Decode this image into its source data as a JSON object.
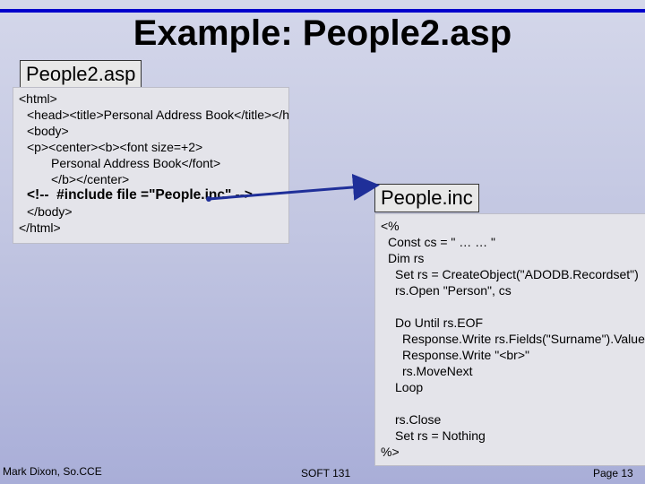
{
  "slide": {
    "title": "Example: People2.asp"
  },
  "left_panel": {
    "label": "People2.asp",
    "lines": [
      {
        "text": "<html>",
        "indent": 0
      },
      {
        "text": "<head><title>Personal Address Book</title></head>",
        "indent": 1
      },
      {
        "text": "<body>",
        "indent": 1
      },
      {
        "text": "<p><center><b><font size=+2>",
        "indent": 1
      },
      {
        "text": "Personal Address Book</font>",
        "indent": 4
      },
      {
        "text": "</b></center>",
        "indent": 4
      },
      {
        "text": "<!--  #include file =\"People.inc\" -->",
        "indent": 1,
        "emphasis": true
      },
      {
        "text": "</body>",
        "indent": 1
      },
      {
        "text": "</html>",
        "indent": 0
      }
    ]
  },
  "right_panel": {
    "label": "People.inc",
    "lines": [
      {
        "text": "<%",
        "indent": 0
      },
      {
        "text": "Const cs = \" … … \"",
        "indent": 1
      },
      {
        "text": "Dim rs",
        "indent": 1
      },
      {
        "text": "Set rs = CreateObject(\"ADODB.Recordset\")",
        "indent": 2
      },
      {
        "text": "rs.Open \"Person\", cs",
        "indent": 2
      },
      {
        "text": "",
        "indent": 0
      },
      {
        "text": "Do Until rs.EOF",
        "indent": 2
      },
      {
        "text": "Response.Write rs.Fields(\"Surname\").Value",
        "indent": 3
      },
      {
        "text": "Response.Write \"<br>\"",
        "indent": 3
      },
      {
        "text": "rs.MoveNext",
        "indent": 3
      },
      {
        "text": "Loop",
        "indent": 2
      },
      {
        "text": "",
        "indent": 0
      },
      {
        "text": "rs.Close",
        "indent": 2
      },
      {
        "text": "Set rs = Nothing",
        "indent": 2
      },
      {
        "text": "%>",
        "indent": 0
      }
    ]
  },
  "footer": {
    "author": "Mark Dixon, So.CCE",
    "course": "SOFT 131",
    "page": "Page 13"
  },
  "colors": {
    "title_bar": "#0000cc",
    "arrow": "#1f2f99"
  }
}
